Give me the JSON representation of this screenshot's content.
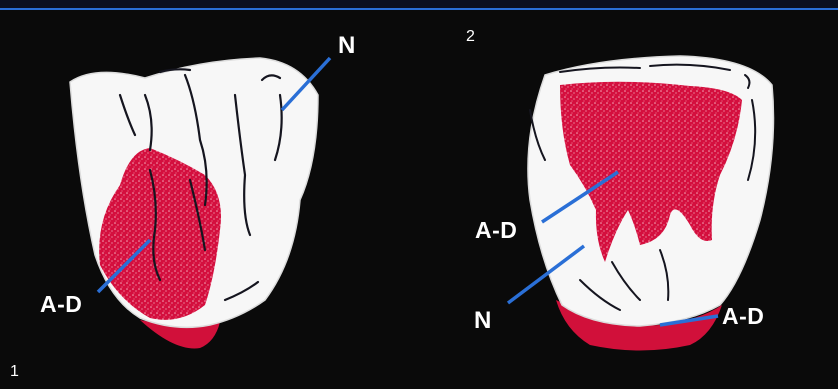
{
  "panels": [
    {
      "number": "1",
      "labels": {
        "ad": "A-D",
        "n": "N"
      }
    },
    {
      "number": "2",
      "labels": {
        "ad_center": "A-D",
        "n": "N",
        "ad_bottom": "A-D"
      }
    }
  ],
  "colors": {
    "background": "#000000",
    "accent_line": "#2a6fd6",
    "tooth": "#f6f6f6",
    "lesion": "#d0103a",
    "pointer": "#2a6fd6"
  }
}
